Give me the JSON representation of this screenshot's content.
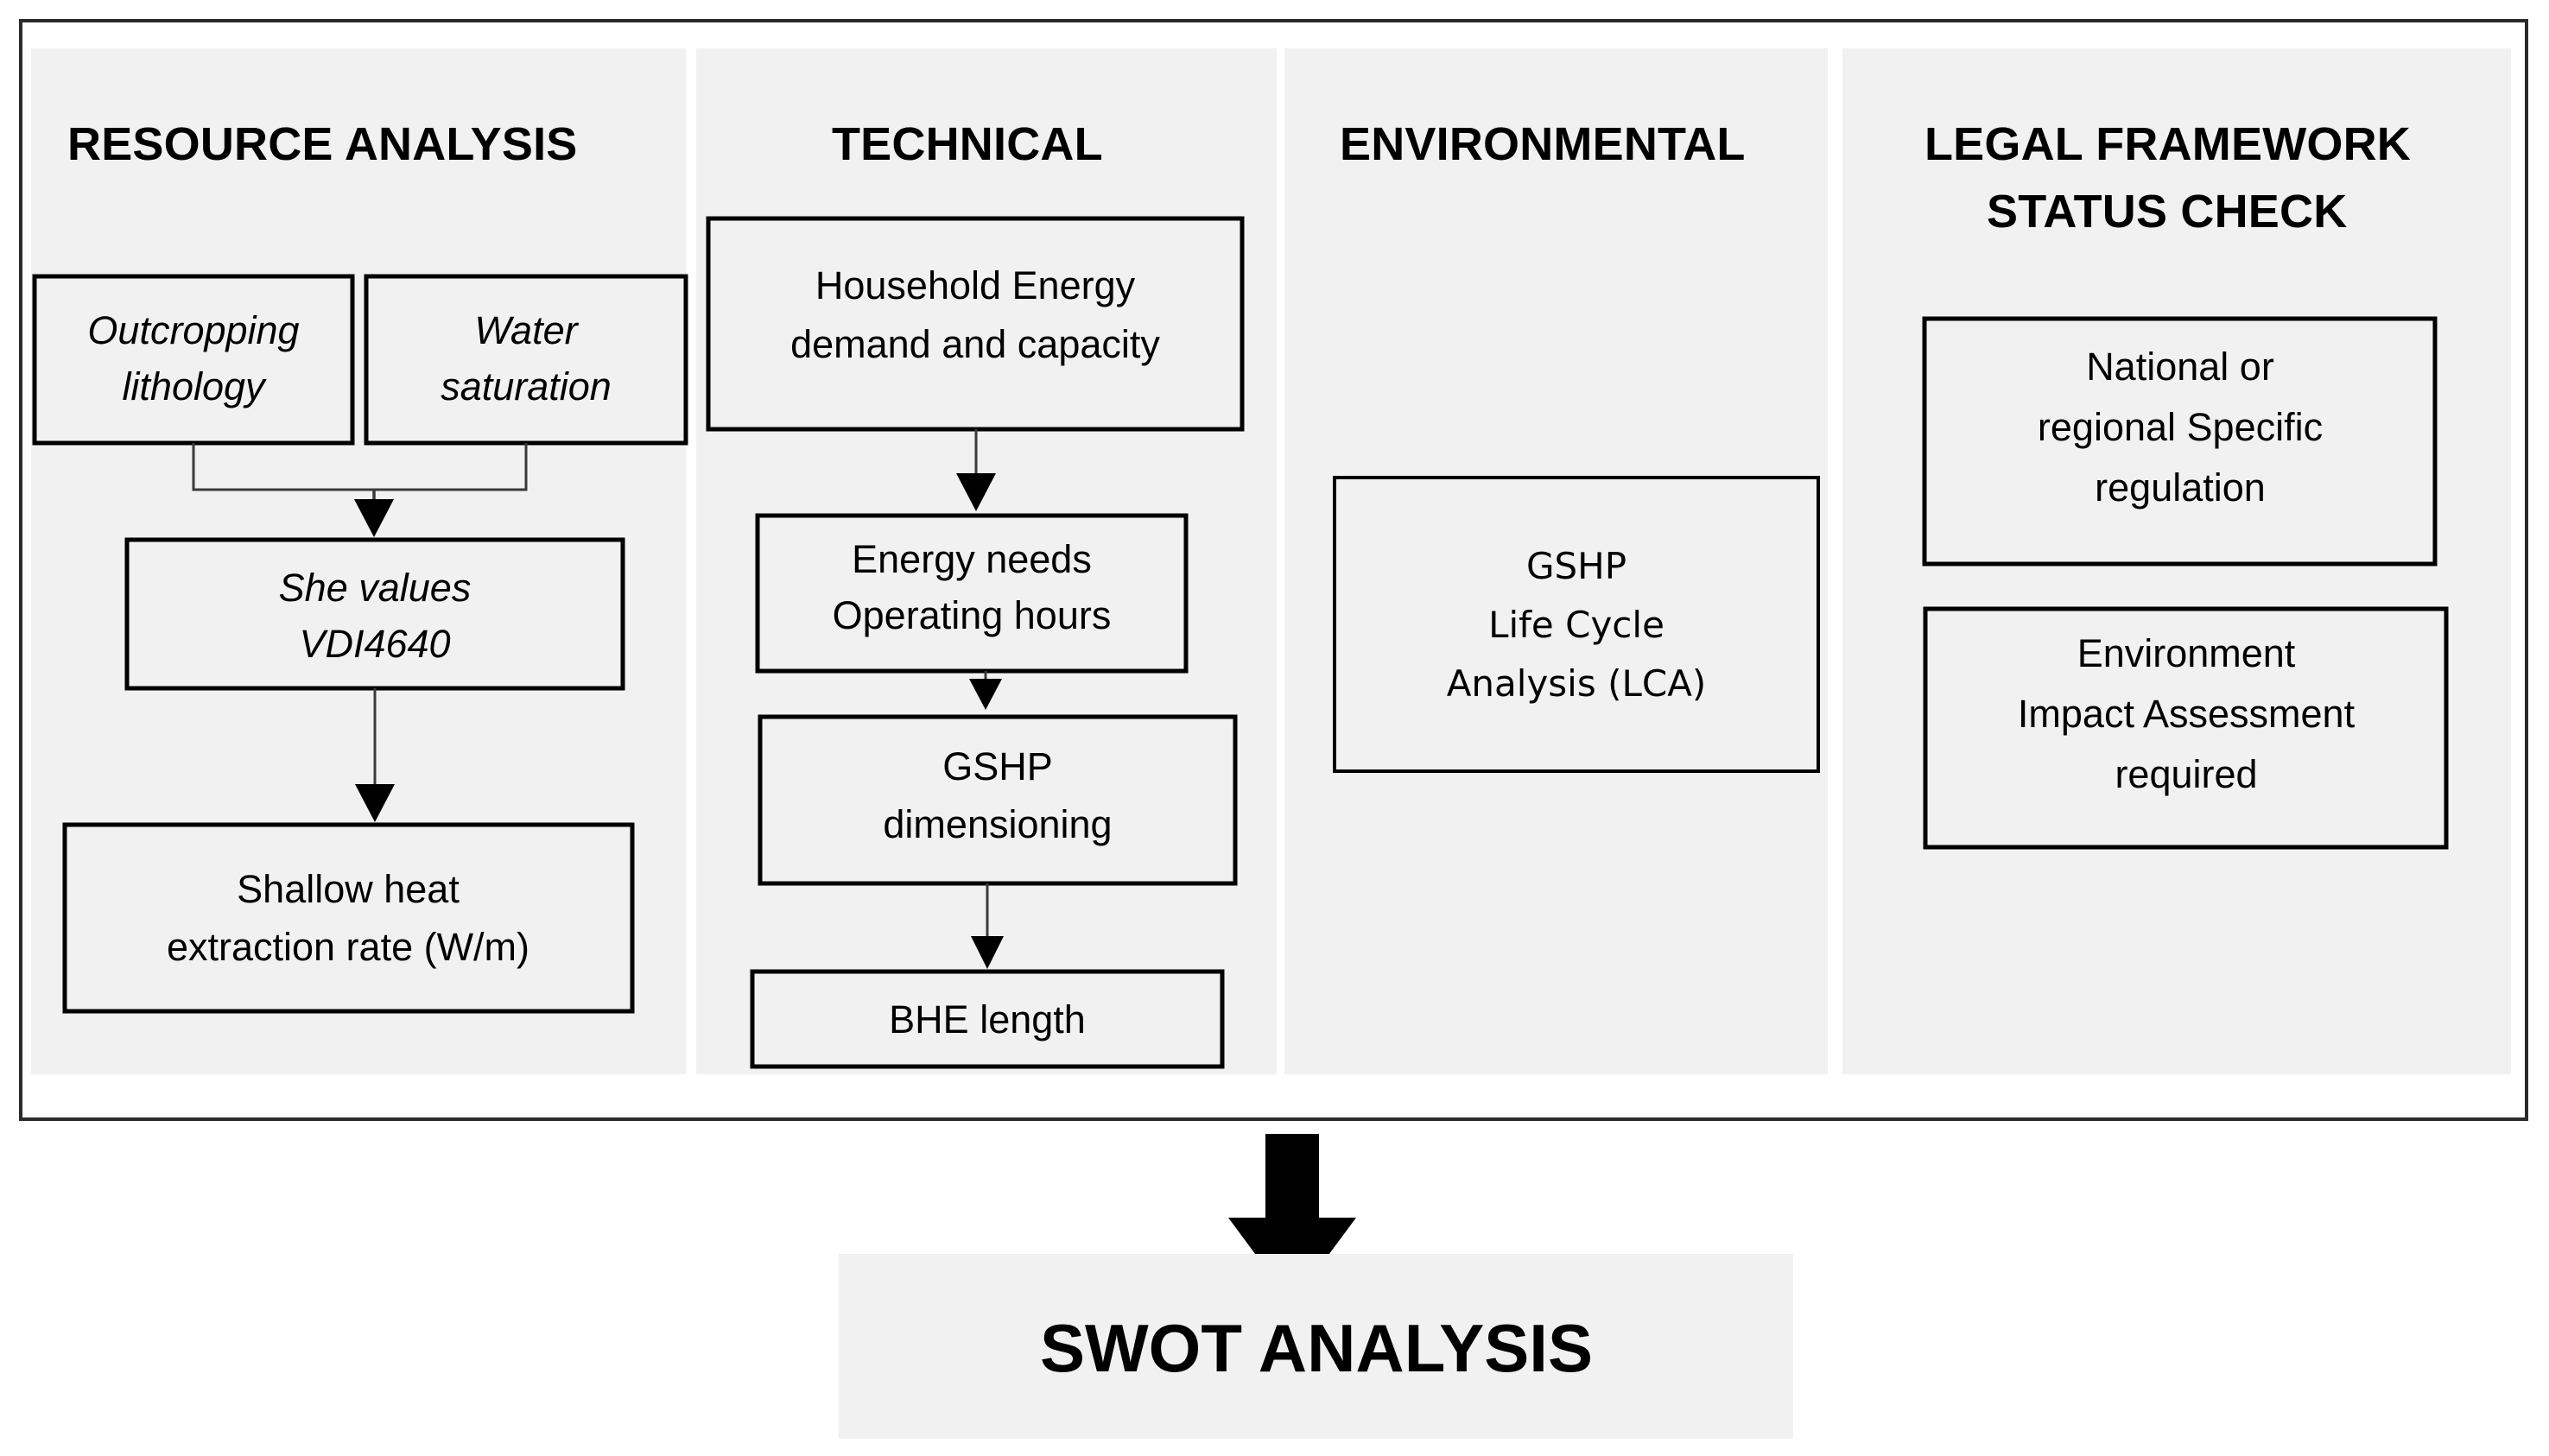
{
  "diagram": {
    "title_visible": false,
    "outer_frame": "workflow-frame",
    "columns": [
      {
        "id": "resource-analysis",
        "title": "RESOURCE ANALYSIS",
        "nodes": [
          {
            "id": "outcropping-lithology",
            "lines": [
              "Outcropping",
              "lithology"
            ],
            "style": "italic"
          },
          {
            "id": "water-saturation",
            "lines": [
              "Water",
              "saturation"
            ],
            "style": "italic"
          },
          {
            "id": "she-values",
            "lines": [
              "She values",
              "VDI4640"
            ],
            "style": "italic"
          },
          {
            "id": "shallow-heat-extraction-rate",
            "lines": [
              "Shallow heat",
              "extraction rate (W/m)"
            ],
            "style": "normal"
          }
        ]
      },
      {
        "id": "technical",
        "title": "TECHNICAL",
        "nodes": [
          {
            "id": "household-energy-demand",
            "lines": [
              "Household Energy",
              "demand and capacity"
            ],
            "style": "normal"
          },
          {
            "id": "energy-needs-operating-hours",
            "lines": [
              "Energy needs",
              "Operating hours"
            ],
            "style": "normal"
          },
          {
            "id": "gshp-dimensioning",
            "lines": [
              "GSHP",
              "dimensioning"
            ],
            "style": "normal"
          },
          {
            "id": "bhe-length",
            "lines": [
              "BHE length"
            ],
            "style": "normal"
          }
        ]
      },
      {
        "id": "environmental",
        "title": "ENVIRONMENTAL",
        "nodes": [
          {
            "id": "gshp-life-cycle-analysis",
            "lines": [
              "GSHP",
              "Life Cycle",
              "Analysis (LCA)"
            ],
            "style": "normal"
          }
        ]
      },
      {
        "id": "legal-framework-status-check",
        "title_lines": [
          "LEGAL FRAMEWORK",
          "STATUS CHECK"
        ],
        "title": "LEGAL FRAMEWORK STATUS CHECK",
        "nodes": [
          {
            "id": "national-regional-regulation",
            "lines": [
              "National or",
              "regional Specific",
              "regulation"
            ],
            "style": "normal"
          },
          {
            "id": "environment-impact-assessment",
            "lines": [
              "Environment",
              "Impact Assessment",
              "required"
            ],
            "style": "normal"
          }
        ]
      }
    ],
    "output": {
      "id": "swot-analysis",
      "label": "SWOT ANALYSIS"
    },
    "colors": {
      "panel_background": "#f1f1f1",
      "node_fill": "#f1f1f1",
      "stroke": "#000000",
      "frame_stroke": "#2b2b2b",
      "page_background": "#ffffff"
    }
  }
}
